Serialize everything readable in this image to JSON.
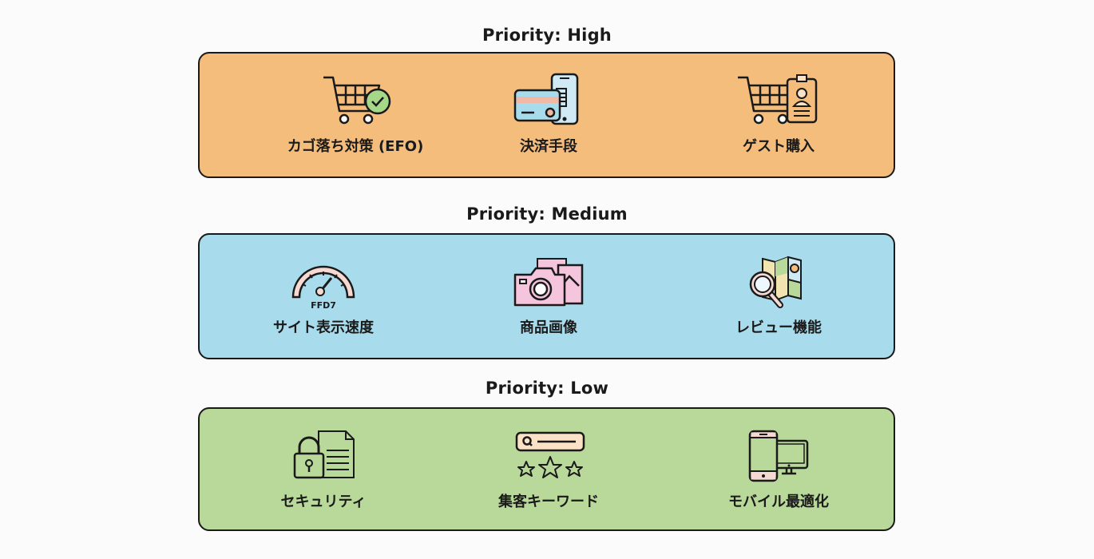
{
  "sections": [
    {
      "heading": "Priority: High",
      "color": "#f5bd7c",
      "items": [
        {
          "label": "カゴ落ち対策 (EFO)",
          "icon": "cart-check-icon"
        },
        {
          "label": "決済手段",
          "icon": "card-phone-icon"
        },
        {
          "label": "ゲスト購入",
          "icon": "cart-badge-icon"
        }
      ]
    },
    {
      "heading": "Priority: Medium",
      "color": "#a8dbeb",
      "items": [
        {
          "label": "サイト表示速度",
          "icon": "speedometer-icon",
          "icon_caption": "FFD7"
        },
        {
          "label": "商品画像",
          "icon": "camera-photos-icon"
        },
        {
          "label": "レビュー機能",
          "icon": "map-magnifier-icon"
        }
      ]
    },
    {
      "heading": "Priority: Low",
      "color": "#b9d99a",
      "items": [
        {
          "label": "セキュリティ",
          "icon": "lock-document-icon"
        },
        {
          "label": "集客キーワード",
          "icon": "search-stars-icon"
        },
        {
          "label": "モバイル最適化",
          "icon": "phone-monitor-icon"
        }
      ]
    }
  ]
}
